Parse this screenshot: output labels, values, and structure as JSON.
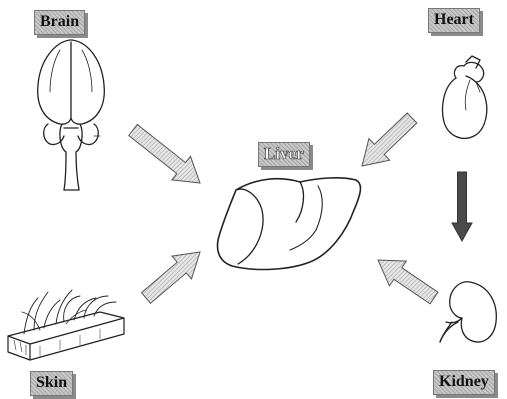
{
  "organs": {
    "brain": "Brain",
    "heart": "Heart",
    "liver": "Liver",
    "skin": "Skin",
    "kidney": "Kidney"
  },
  "colors": {
    "label_fill": "#c9c9c9",
    "arrow_fill": "#d4d4d4",
    "heart_to_kidney_arrow": "#4a4a4a"
  }
}
